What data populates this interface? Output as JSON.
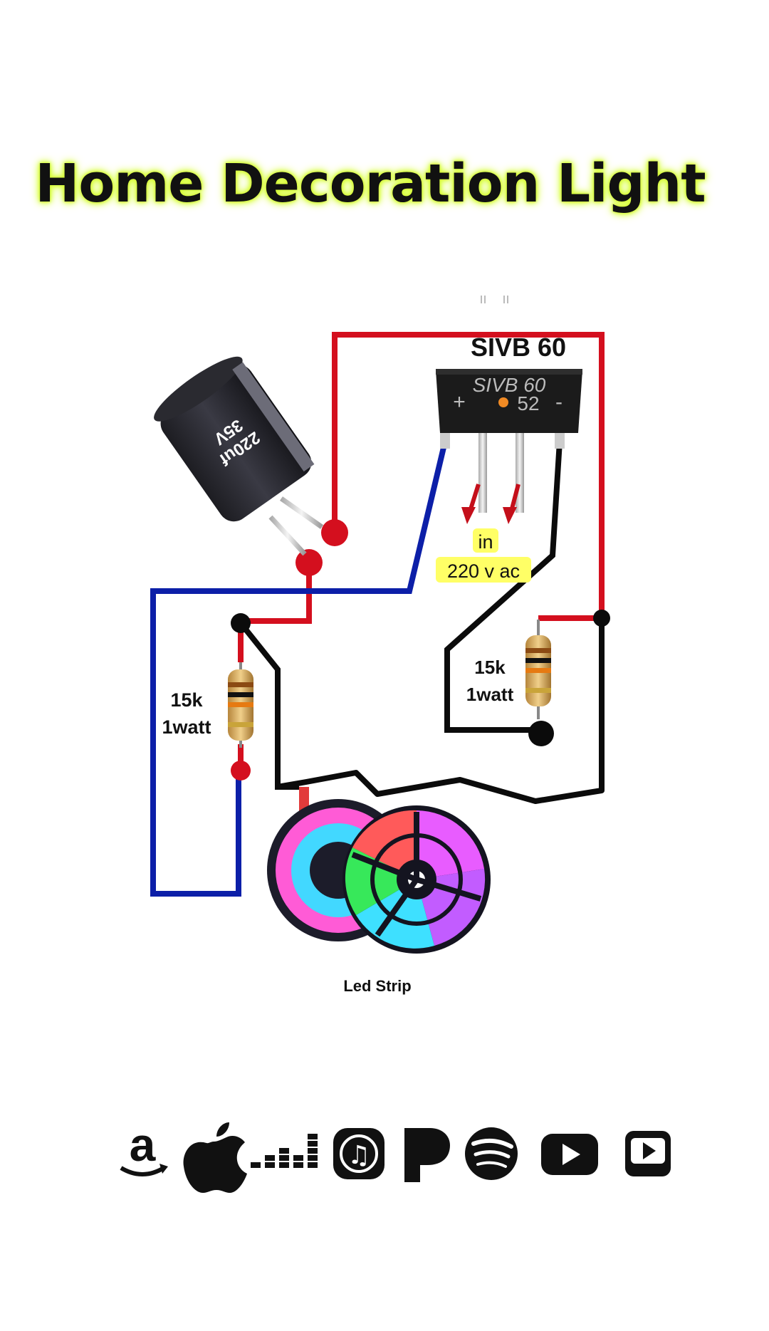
{
  "title": "Home Decoration Light",
  "bridge": {
    "label": "SIVB 60",
    "body_marking": "SIVB 60",
    "plus_marking": "+",
    "code_marking": "52",
    "minus_marking": "-"
  },
  "capacitor": {
    "value": "220uf",
    "voltage": "35V"
  },
  "input": {
    "line1": "in",
    "line2": "220 v ac"
  },
  "resistor_left": {
    "value": "15k",
    "power": "1watt"
  },
  "resistor_right": {
    "value": "15k",
    "power": "1watt"
  },
  "led_strip_label": "Led Strip",
  "platform_icons": [
    "amazon-music-icon",
    "apple-music-icon",
    "deezer-icon",
    "itunes-icon",
    "pandora-icon",
    "spotify-icon",
    "youtube-icon",
    "youtube-music-icon"
  ],
  "colors": {
    "wire_red": "#d40f1e",
    "wire_blue": "#0c1fa8",
    "wire_black": "#0b0b0b",
    "title_glow": "#d8ff3a",
    "label_highlight": "#ffff66"
  }
}
